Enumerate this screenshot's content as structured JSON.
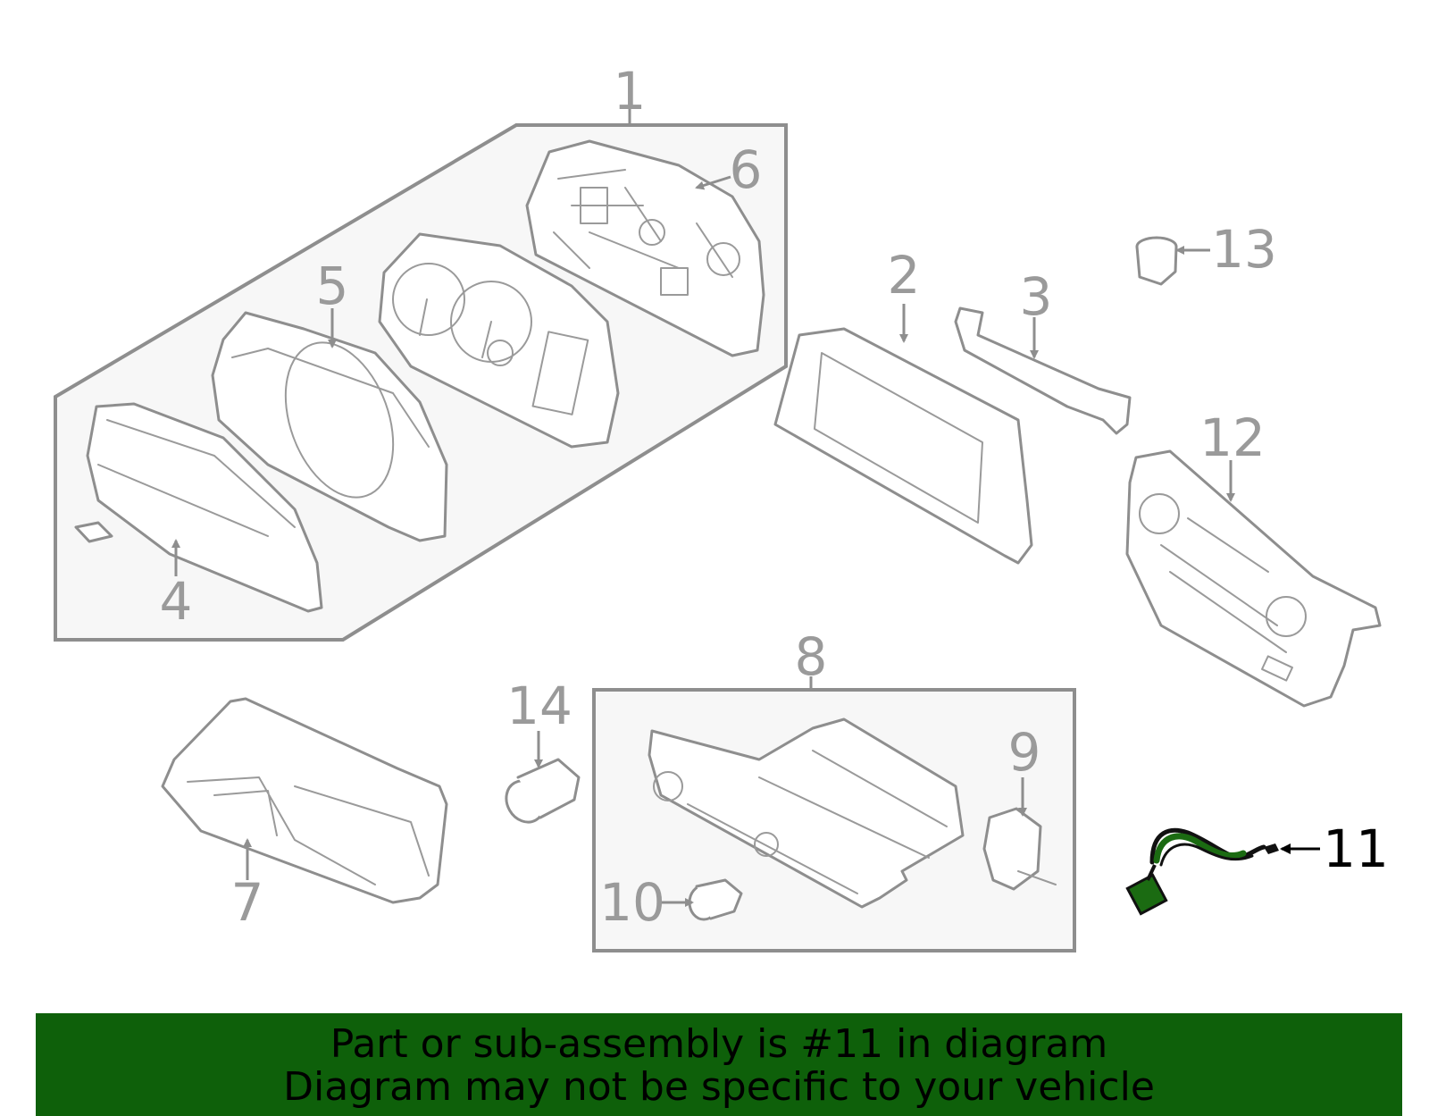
{
  "callouts": {
    "c1": "1",
    "c2": "2",
    "c3": "3",
    "c4": "4",
    "c5": "5",
    "c6": "6",
    "c7": "7",
    "c8": "8",
    "c9": "9",
    "c10": "10",
    "c11": "11",
    "c12": "12",
    "c13": "13",
    "c14": "14"
  },
  "highlighted_part": "11",
  "banner": {
    "line1": "Part or sub-assembly is #11 in diagram",
    "line2": "Diagram may not be specific to your vehicle"
  },
  "colors": {
    "banner_bg": "#0e600a",
    "highlight_part": "#1b6b12",
    "parts_line": "#8e8e8e",
    "group_fill": "#f7f7f7"
  }
}
